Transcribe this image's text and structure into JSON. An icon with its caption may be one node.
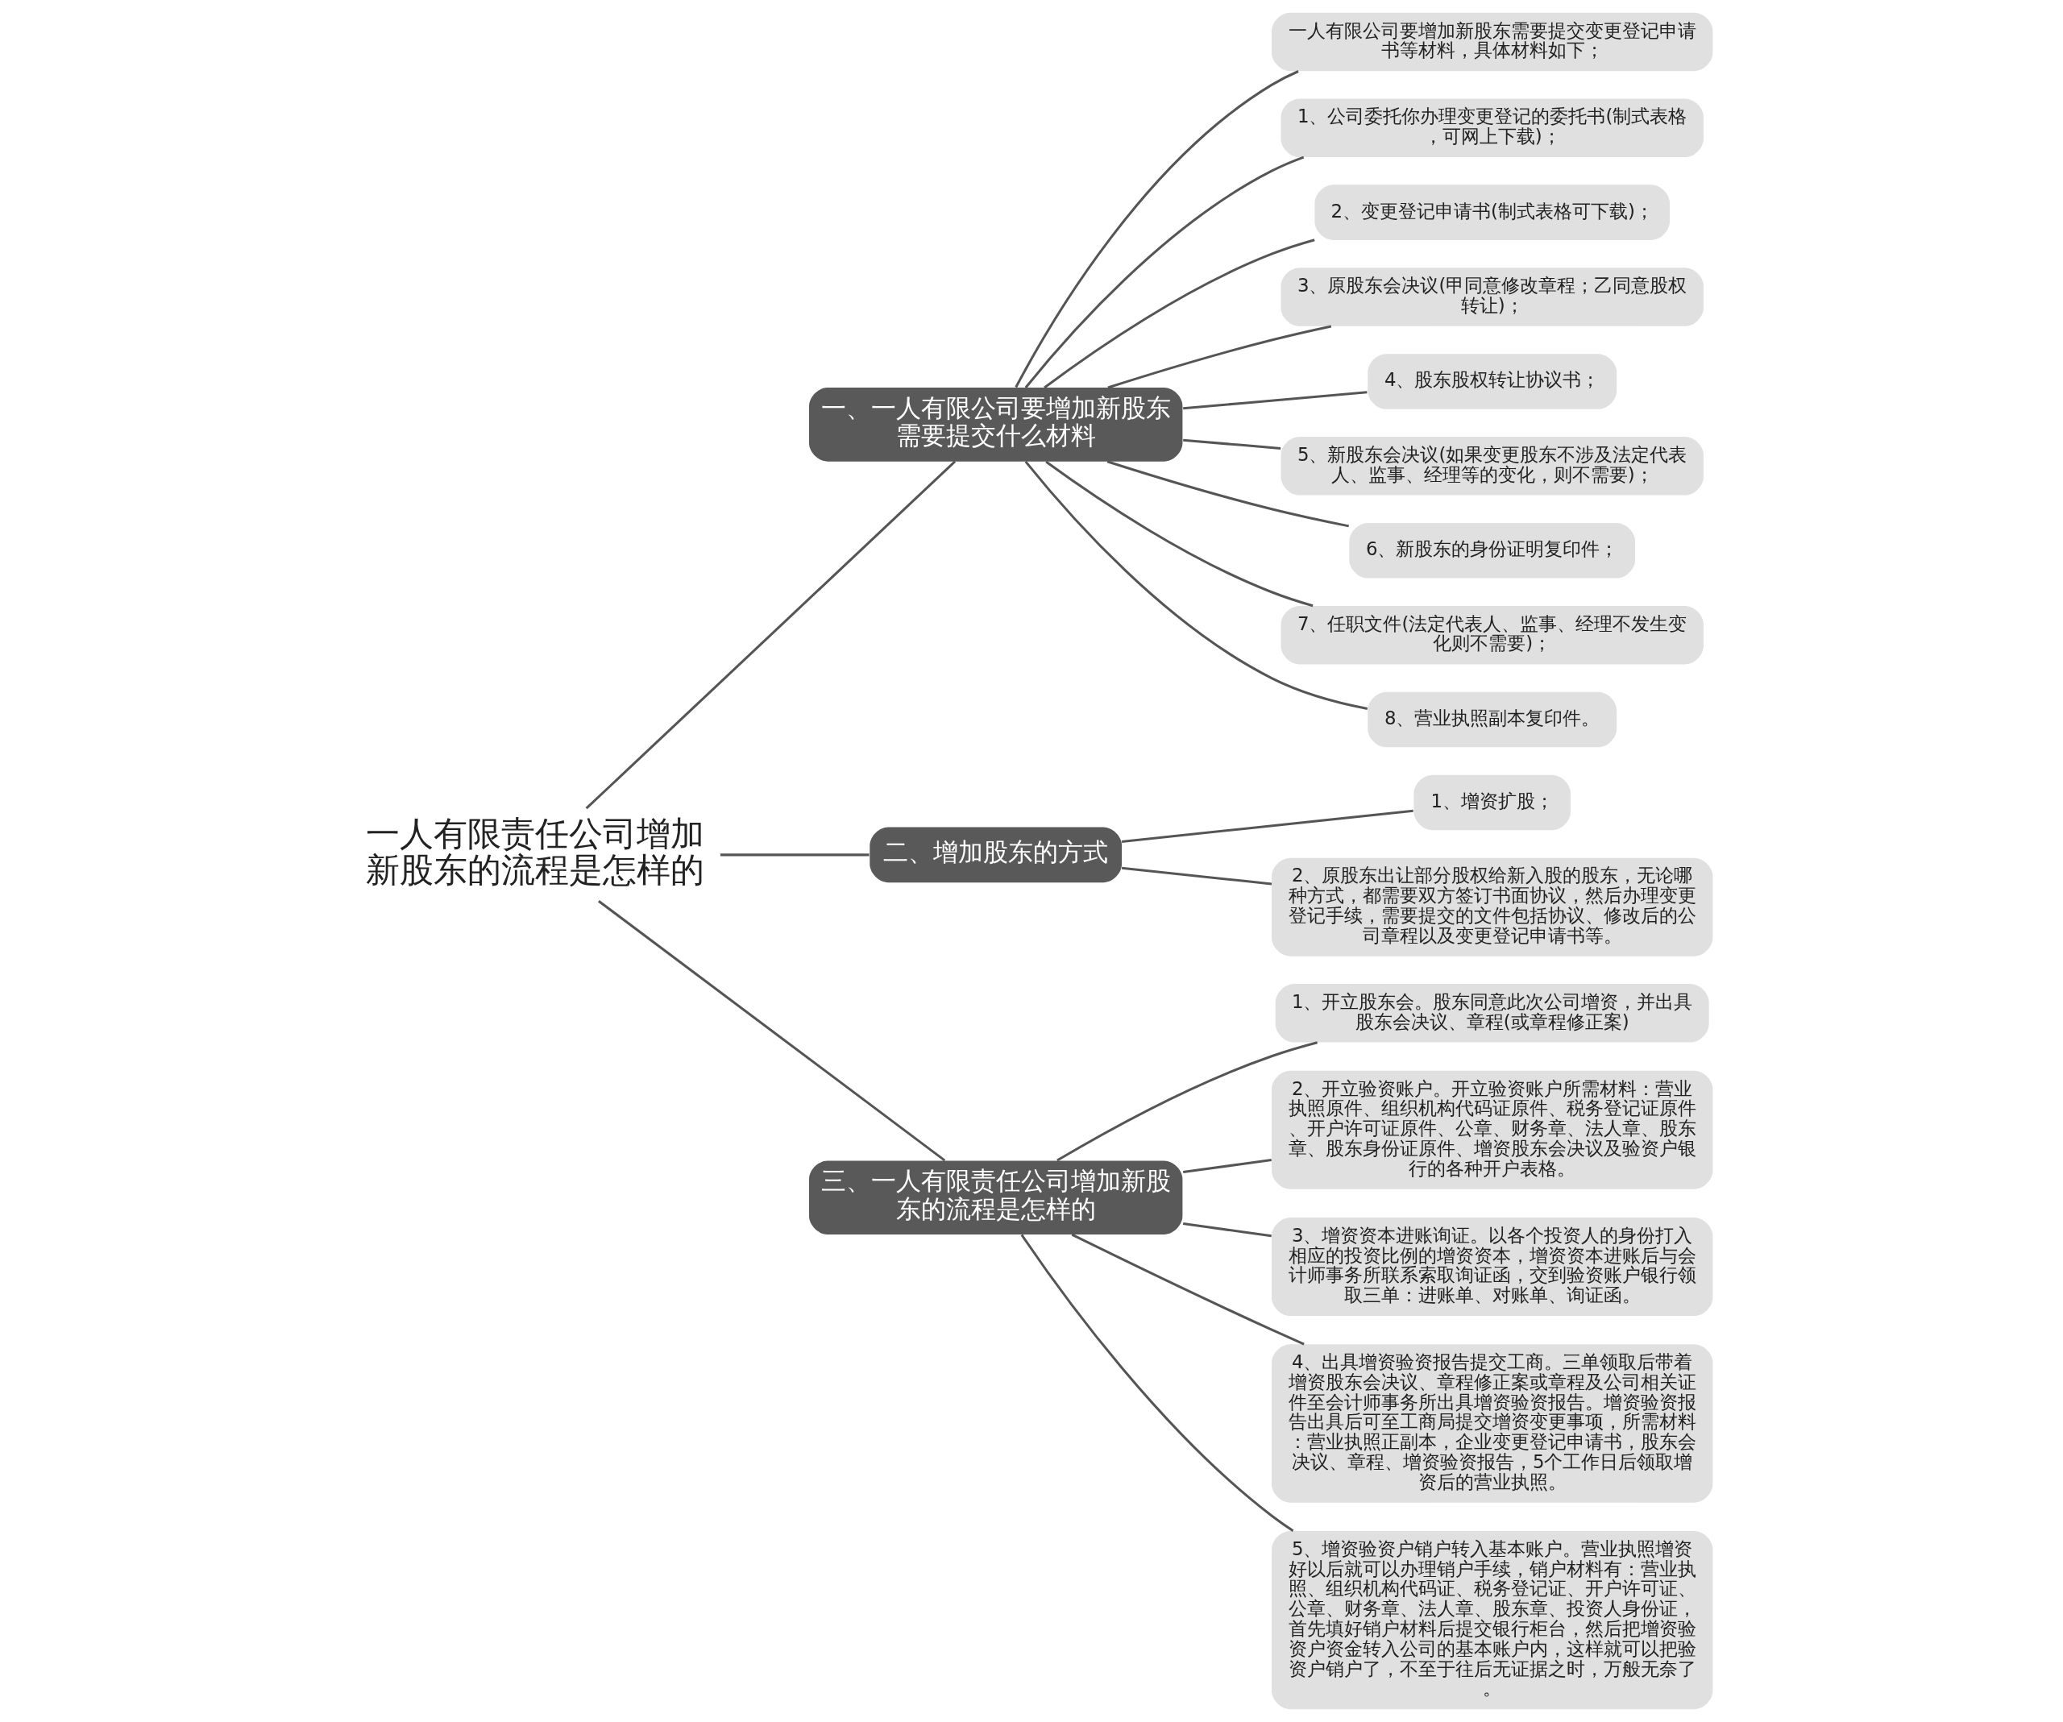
{
  "diagram": {
    "nodes": [
      {
        "text": [
          "一人有限责任公司增加新股东的流程是怎样的"
        ]
      },
      {
        "text": [
          "一、一人有限公司要增加新股东需要提交什么材料"
        ]
      },
      {
        "text": [
          "一人有限公司要增加新股东需要提交变更登记申请书等材料，具体材料如下；"
        ]
      },
      {
        "text": [
          "1、公司委托你办理变更登记的委托书(制式表格，可网上下载)；"
        ]
      },
      {
        "text": [
          "2、变更登记申请书(制式表格可下载)；"
        ]
      },
      {
        "text": [
          "3、原股东会决议(甲同意修改章程；乙同意股权转让)；"
        ]
      },
      {
        "text": [
          "4、股东股权转让协议书；"
        ]
      },
      {
        "text": [
          "5、新股东会决议(如果变更股东不涉及法定代表人、监事、经理等的变化，则不需要)；"
        ]
      },
      {
        "text": [
          "6、新股东的身份证明复印件；"
        ]
      },
      {
        "text": [
          "7、任职文件(法定代表人、监事、经理不发生变化则不需要)；"
        ]
      },
      {
        "text": [
          "8、营业执照副本复印件。"
        ]
      },
      {
        "text": [
          "二、增加股东的方式"
        ]
      },
      {
        "text": [
          "1、增资扩股；"
        ]
      },
      {
        "text": [
          "2、原股东出让部分股权给新入股的股东，无论哪种方式，都需要双方签订书面协议，然后办理变更登记手续，需要提交的文件包括协议、修改后的公司章程以及变更登记申请书等。"
        ]
      },
      {
        "text": [
          "三、一人有限责任公司增加新股东的流程是怎样的"
        ]
      },
      {
        "text": [
          "1、开立股东会。股东同意此次公司增资，并出具股东会决议、章程(或章程修正案)"
        ]
      },
      {
        "text": [
          "2、开立验资账户。开立验资账户所需材料：营业执照原件、组织机构代码证原件、税务登记证原件、开户许可证原件、公章、财务章、法人章、股东章、股东身份证原件、增资股东会决议及验资户银行的各种开户表格。"
        ]
      },
      {
        "text": [
          "3、增资资本进账询证。以各个投资人的身份打入相应的投资比例的增资资本，增资资本进账后与会计师事务所联系索取询证函，交到验资账户银行领取三单：进账单、对账单、询证函。"
        ]
      },
      {
        "text": [
          "4、出具增资验资报告提交工商。三单领取后带着增资股东会决议、章程修正案或章程及公司相关证件至会计师事务所出具增资验资报告。增资验资报告出具后可至工商局提交增资变更事项，所需材料：营业执照正副本，企业变更登记申请书，股东会决议、章程、增资验资报告，5个工作日后领取增资后的营业执照。"
        ]
      },
      {
        "text": [
          "5、增资验资户销户转入基本账户。营业执照增资好以后就可以办理销户手续，销户材料有：营业执照、组织机构代码证、税务登记证、开户许可证、公章、财务章、法人章、股东章、投资人身份证，首先填好销户材料后提交银行柜台，然后把增资验资户资金转入公司的基本账户内，这样就可以把验资户销户了，不至于往后无证据之时，万般无奈了。"
        ]
      }
    ],
    "edges": [
      {
        "from": 0,
        "to": 1,
        "arrow": "none"
      },
      {
        "from": 1,
        "to": 2,
        "arrow": "none"
      },
      {
        "from": 1,
        "to": 3,
        "arrow": "none"
      },
      {
        "from": 1,
        "to": 4,
        "arrow": "none"
      },
      {
        "from": 1,
        "to": 5,
        "arrow": "none"
      },
      {
        "from": 1,
        "to": 6,
        "arrow": "none"
      },
      {
        "from": 1,
        "to": 7,
        "arrow": "none"
      },
      {
        "from": 1,
        "to": 8,
        "arrow": "none"
      },
      {
        "from": 1,
        "to": 9,
        "arrow": "none"
      },
      {
        "from": 1,
        "to": 10,
        "arrow": "none"
      },
      {
        "from": 0,
        "to": 11,
        "arrow": "none"
      },
      {
        "from": 11,
        "to": 12,
        "arrow": "none"
      },
      {
        "from": 11,
        "to": 13,
        "arrow": "none"
      },
      {
        "from": 0,
        "to": 14,
        "arrow": "none"
      },
      {
        "from": 14,
        "to": 15,
        "arrow": "none"
      },
      {
        "from": 14,
        "to": 16,
        "arrow": "none"
      },
      {
        "from": 14,
        "to": 17,
        "arrow": "none"
      },
      {
        "from": 14,
        "to": 18,
        "arrow": "none"
      },
      {
        "from": 14,
        "to": 19,
        "arrow": "none"
      }
    ]
  }
}
